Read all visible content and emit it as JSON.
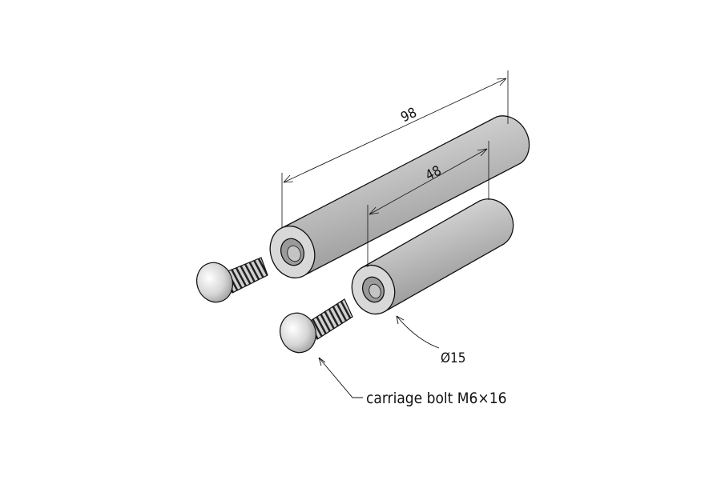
{
  "drawing": {
    "dimensions": {
      "long_length": "98",
      "short_length": "48",
      "diameter": "Ø15"
    },
    "callouts": {
      "bolt": "carriage bolt M6×16"
    },
    "colors": {
      "line": "#111111",
      "body": "#c8c8c8",
      "highlight": "#f4f4f4"
    }
  }
}
